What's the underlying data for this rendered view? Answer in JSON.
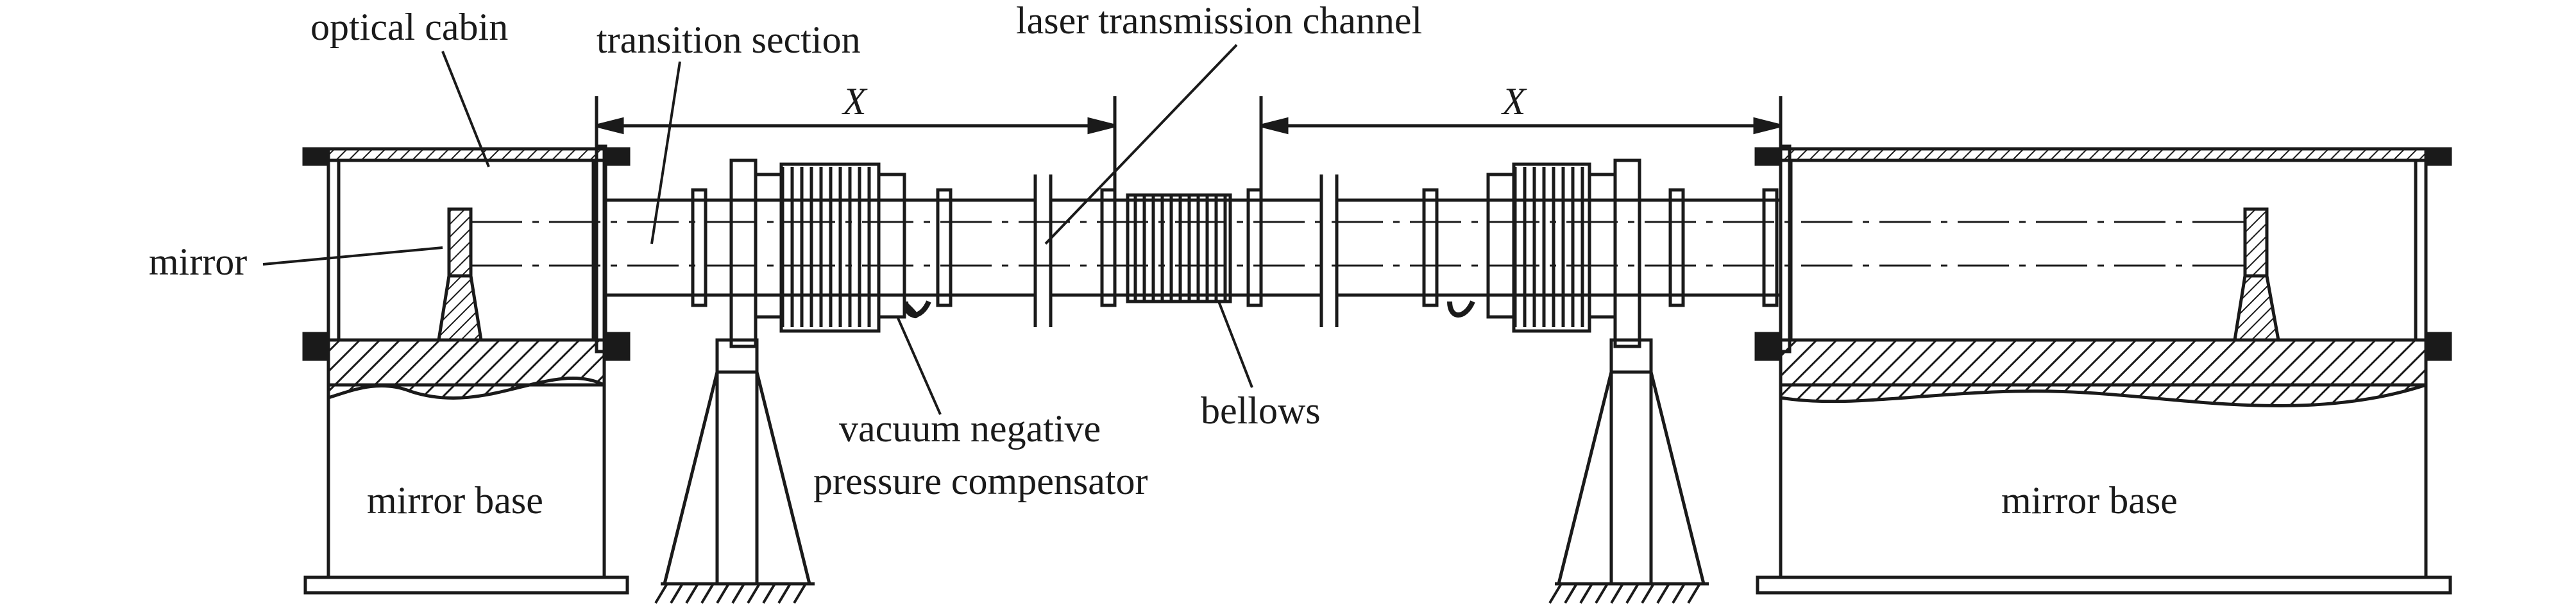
{
  "labels": {
    "optical_cabin": "optical cabin",
    "transition_section": "transition section",
    "laser_transmission_channel": "laser transmission channel",
    "mirror": "mirror",
    "vacuum_negative_line1": "vacuum negative",
    "vacuum_negative_line2": "pressure compensator",
    "bellows": "bellows",
    "mirror_base_left": "mirror base",
    "mirror_base_right": "mirror base",
    "dimension_left": "X",
    "dimension_right": "X"
  },
  "colors": {
    "line": "#1a1a1a",
    "background": "#ffffff"
  }
}
